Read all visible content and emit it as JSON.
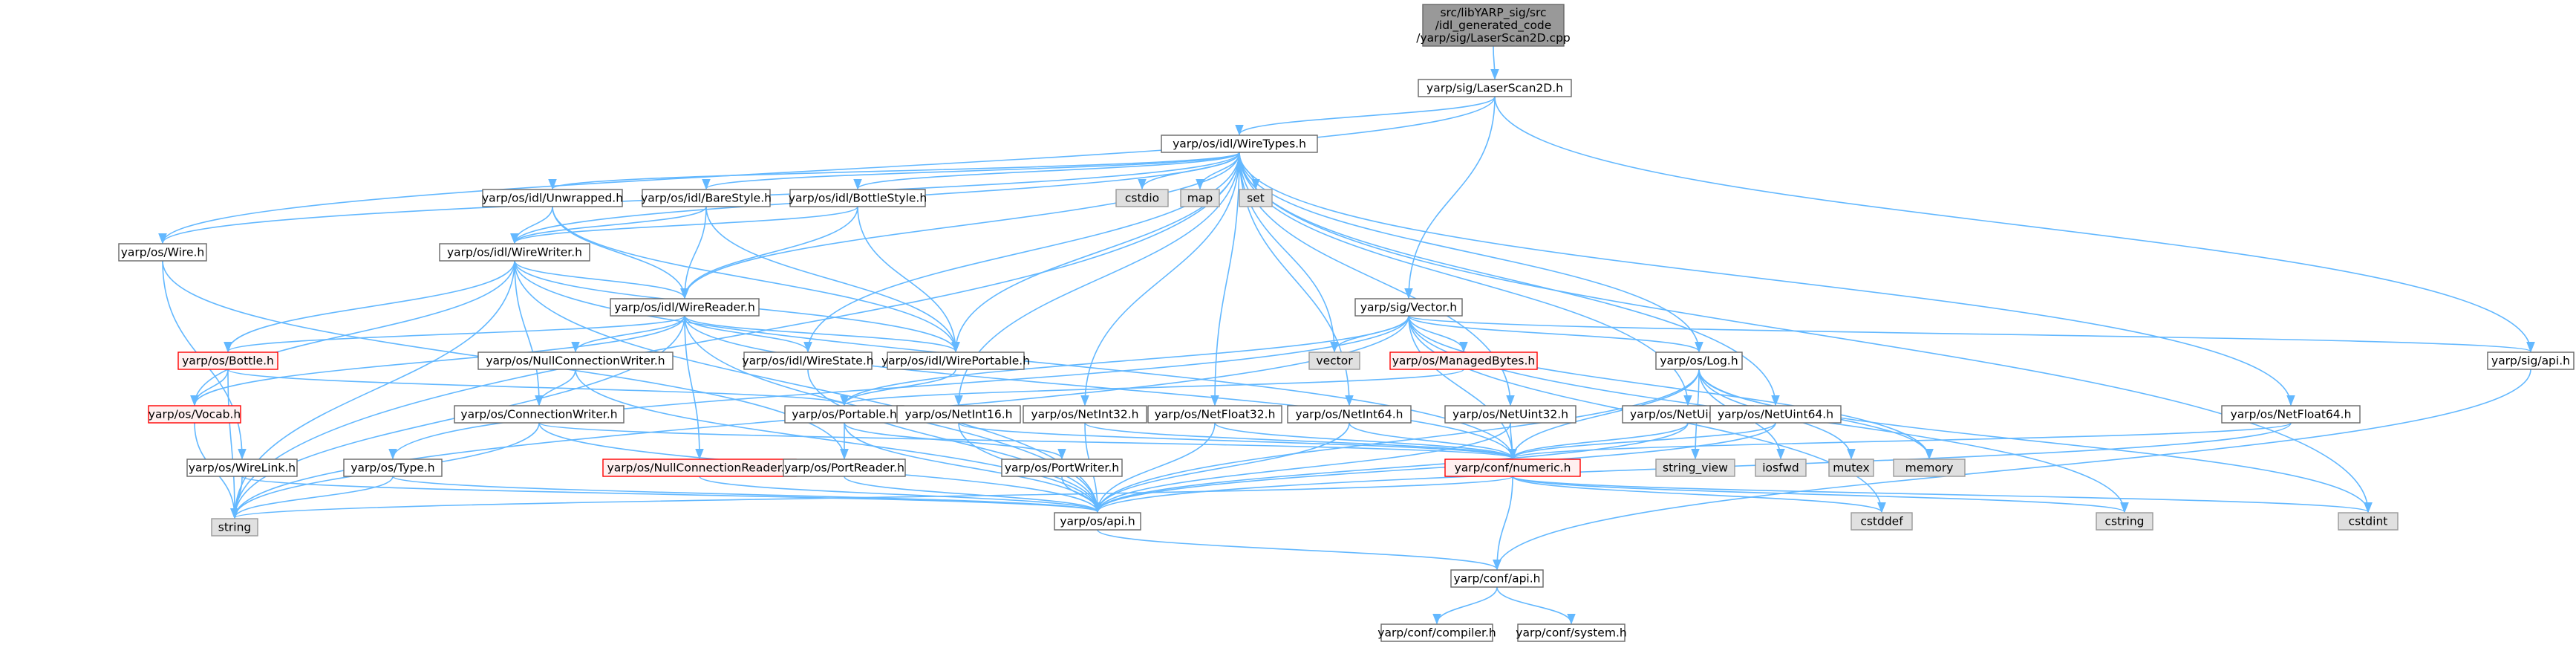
{
  "graph": {
    "nodes": [
      {
        "id": "root",
        "label": "src/libYARP_sig/src\n/idl_generated_code\n/yarp/sig/LaserScan2D.cpp",
        "style": "root"
      },
      {
        "id": "lscan",
        "label": "yarp/sig/LaserScan2D.h",
        "style": "normal"
      },
      {
        "id": "wiretypes",
        "label": "yarp/os/idl/WireTypes.h",
        "style": "normal"
      },
      {
        "id": "string",
        "label": "string",
        "style": "system"
      },
      {
        "id": "wire",
        "label": "yarp/os/Wire.h",
        "style": "normal"
      },
      {
        "id": "unwrapped",
        "label": "yarp/os/idl/Unwrapped.h",
        "style": "normal"
      },
      {
        "id": "barestyle",
        "label": "yarp/os/idl/BareStyle.h",
        "style": "normal"
      },
      {
        "id": "bottlestyle",
        "label": "yarp/os/idl/BottleStyle.h",
        "style": "normal"
      },
      {
        "id": "cstdio",
        "label": "cstdio",
        "style": "system"
      },
      {
        "id": "map",
        "label": "map",
        "style": "system"
      },
      {
        "id": "set",
        "label": "set",
        "style": "system"
      },
      {
        "id": "wirewriter",
        "label": "yarp/os/idl/WireWriter.h",
        "style": "normal"
      },
      {
        "id": "wirereader",
        "label": "yarp/os/idl/WireReader.h",
        "style": "normal"
      },
      {
        "id": "sigvector",
        "label": "yarp/sig/Vector.h",
        "style": "normal"
      },
      {
        "id": "vector",
        "label": "vector",
        "style": "system"
      },
      {
        "id": "managedbytes",
        "label": "yarp/os/ManagedBytes.h",
        "style": "truncated"
      },
      {
        "id": "log",
        "label": "yarp/os/Log.h",
        "style": "normal"
      },
      {
        "id": "sigapi",
        "label": "yarp/sig/api.h",
        "style": "normal"
      },
      {
        "id": "bottle",
        "label": "yarp/os/Bottle.h",
        "style": "truncated"
      },
      {
        "id": "nullconnwriter",
        "label": "yarp/os/NullConnectionWriter.h",
        "style": "normal"
      },
      {
        "id": "wirestate",
        "label": "yarp/os/idl/WireState.h",
        "style": "normal"
      },
      {
        "id": "wireportable",
        "label": "yarp/os/idl/WirePortable.h",
        "style": "normal"
      },
      {
        "id": "vocab",
        "label": "yarp/os/Vocab.h",
        "style": "truncated"
      },
      {
        "id": "connwriter",
        "label": "yarp/os/ConnectionWriter.h",
        "style": "normal"
      },
      {
        "id": "portable",
        "label": "yarp/os/Portable.h",
        "style": "normal"
      },
      {
        "id": "netint16",
        "label": "yarp/os/NetInt16.h",
        "style": "normal"
      },
      {
        "id": "netint32",
        "label": "yarp/os/NetInt32.h",
        "style": "normal"
      },
      {
        "id": "netfloat32",
        "label": "yarp/os/NetFloat32.h",
        "style": "normal"
      },
      {
        "id": "netint64",
        "label": "yarp/os/NetInt64.h",
        "style": "normal"
      },
      {
        "id": "netuint32",
        "label": "yarp/os/NetUint32.h",
        "style": "normal"
      },
      {
        "id": "netuint16",
        "label": "yarp/os/NetUint16.h",
        "style": "normal"
      },
      {
        "id": "netuint64",
        "label": "yarp/os/NetUint64.h",
        "style": "normal"
      },
      {
        "id": "string_view",
        "label": "string_view",
        "style": "system"
      },
      {
        "id": "iosfwd",
        "label": "iosfwd",
        "style": "system"
      },
      {
        "id": "mutex",
        "label": "mutex",
        "style": "system"
      },
      {
        "id": "memory",
        "label": "memory",
        "style": "system"
      },
      {
        "id": "netfloat64",
        "label": "yarp/os/NetFloat64.h",
        "style": "normal"
      },
      {
        "id": "type",
        "label": "yarp/os/Type.h",
        "style": "normal"
      },
      {
        "id": "wirelink",
        "label": "yarp/os/WireLink.h",
        "style": "normal"
      },
      {
        "id": "nullconnreader",
        "label": "yarp/os/NullConnectionReader.h",
        "style": "truncated"
      },
      {
        "id": "portreader",
        "label": "yarp/os/PortReader.h",
        "style": "normal"
      },
      {
        "id": "portwriter",
        "label": "yarp/os/PortWriter.h",
        "style": "normal"
      },
      {
        "id": "numeric",
        "label": "yarp/conf/numeric.h",
        "style": "truncated"
      },
      {
        "id": "osapi",
        "label": "yarp/os/api.h",
        "style": "normal"
      },
      {
        "id": "cstddef",
        "label": "cstddef",
        "style": "system"
      },
      {
        "id": "cstring",
        "label": "cstring",
        "style": "system"
      },
      {
        "id": "cstdint",
        "label": "cstdint",
        "style": "system"
      },
      {
        "id": "confapi",
        "label": "yarp/conf/api.h",
        "style": "normal"
      },
      {
        "id": "compiler",
        "label": "yarp/conf/compiler.h",
        "style": "normal"
      },
      {
        "id": "system",
        "label": "yarp/conf/system.h",
        "style": "normal"
      }
    ],
    "edges": [
      [
        "root",
        "lscan"
      ],
      [
        "lscan",
        "wiretypes"
      ],
      [
        "lscan",
        "wire"
      ],
      [
        "lscan",
        "sigvector"
      ],
      [
        "lscan",
        "sigapi"
      ],
      [
        "wiretypes",
        "string"
      ],
      [
        "wiretypes",
        "wire"
      ],
      [
        "wiretypes",
        "unwrapped"
      ],
      [
        "wiretypes",
        "barestyle"
      ],
      [
        "wiretypes",
        "bottlestyle"
      ],
      [
        "wiretypes",
        "cstdio"
      ],
      [
        "wiretypes",
        "map"
      ],
      [
        "wiretypes",
        "set"
      ],
      [
        "wiretypes",
        "wirewriter"
      ],
      [
        "wiretypes",
        "wirereader"
      ],
      [
        "wiretypes",
        "wirestate"
      ],
      [
        "wiretypes",
        "wireportable"
      ],
      [
        "wiretypes",
        "vector"
      ],
      [
        "wiretypes",
        "log"
      ],
      [
        "wiretypes",
        "cstdint"
      ],
      [
        "wiretypes",
        "netint16"
      ],
      [
        "wiretypes",
        "netint32"
      ],
      [
        "wiretypes",
        "netfloat32"
      ],
      [
        "wiretypes",
        "netint64"
      ],
      [
        "wiretypes",
        "netuint32"
      ],
      [
        "wiretypes",
        "netuint16"
      ],
      [
        "wiretypes",
        "netuint64"
      ],
      [
        "wiretypes",
        "netfloat64"
      ],
      [
        "unwrapped",
        "wirewriter"
      ],
      [
        "unwrapped",
        "wirereader"
      ],
      [
        "unwrapped",
        "wireportable"
      ],
      [
        "barestyle",
        "wirewriter"
      ],
      [
        "barestyle",
        "wirereader"
      ],
      [
        "barestyle",
        "wireportable"
      ],
      [
        "bottlestyle",
        "wirewriter"
      ],
      [
        "bottlestyle",
        "wirereader"
      ],
      [
        "bottlestyle",
        "wireportable"
      ],
      [
        "wire",
        "wirelink"
      ],
      [
        "wire",
        "portreader"
      ],
      [
        "wirewriter",
        "wirereader"
      ],
      [
        "wirewriter",
        "bottle"
      ],
      [
        "wirewriter",
        "vocab"
      ],
      [
        "wirewriter",
        "connwriter"
      ],
      [
        "wirewriter",
        "string"
      ],
      [
        "wirewriter",
        "osapi"
      ],
      [
        "wirewriter",
        "numeric"
      ],
      [
        "wirewriter",
        "wireportable"
      ],
      [
        "wirereader",
        "bottle"
      ],
      [
        "wirereader",
        "vocab"
      ],
      [
        "wirereader",
        "nullconnwriter"
      ],
      [
        "wirereader",
        "nullconnreader"
      ],
      [
        "wirereader",
        "wirestate"
      ],
      [
        "wirereader",
        "wireportable"
      ],
      [
        "wirereader",
        "string"
      ],
      [
        "wirereader",
        "numeric"
      ],
      [
        "wirereader",
        "osapi"
      ],
      [
        "bottle",
        "vocab"
      ],
      [
        "bottle",
        "portable"
      ],
      [
        "bottle",
        "string"
      ],
      [
        "vocab",
        "string"
      ],
      [
        "nullconnwriter",
        "connwriter"
      ],
      [
        "nullconnwriter",
        "osapi"
      ],
      [
        "connwriter",
        "numeric"
      ],
      [
        "connwriter",
        "osapi"
      ],
      [
        "connwriter",
        "string"
      ],
      [
        "wireportable",
        "portable"
      ],
      [
        "wirestate",
        "osapi"
      ],
      [
        "portable",
        "portreader"
      ],
      [
        "portable",
        "portwriter"
      ],
      [
        "portable",
        "osapi"
      ],
      [
        "portreader",
        "osapi"
      ],
      [
        "portwriter",
        "osapi"
      ],
      [
        "type",
        "string"
      ],
      [
        "type",
        "osapi"
      ],
      [
        "wirelink",
        "string"
      ],
      [
        "wirelink",
        "osapi"
      ],
      [
        "nullconnreader",
        "osapi"
      ],
      [
        "netint16",
        "numeric"
      ],
      [
        "netint16",
        "osapi"
      ],
      [
        "netint32",
        "numeric"
      ],
      [
        "netint32",
        "osapi"
      ],
      [
        "netfloat32",
        "numeric"
      ],
      [
        "netfloat32",
        "osapi"
      ],
      [
        "netint64",
        "numeric"
      ],
      [
        "netint64",
        "osapi"
      ],
      [
        "netuint32",
        "numeric"
      ],
      [
        "netuint32",
        "osapi"
      ],
      [
        "netuint16",
        "numeric"
      ],
      [
        "netuint16",
        "osapi"
      ],
      [
        "netuint64",
        "numeric"
      ],
      [
        "netuint64",
        "osapi"
      ],
      [
        "netfloat64",
        "numeric"
      ],
      [
        "netfloat64",
        "osapi"
      ],
      [
        "sigvector",
        "vector"
      ],
      [
        "sigvector",
        "managedbytes"
      ],
      [
        "sigvector",
        "log"
      ],
      [
        "sigvector",
        "sigapi"
      ],
      [
        "sigvector",
        "string"
      ],
      [
        "sigvector",
        "type"
      ],
      [
        "sigvector",
        "portable"
      ],
      [
        "sigvector",
        "memory"
      ],
      [
        "sigvector",
        "cstring"
      ],
      [
        "sigvector",
        "cstddef"
      ],
      [
        "sigvector",
        "numeric"
      ],
      [
        "managedbytes",
        "portable"
      ],
      [
        "log",
        "string_view"
      ],
      [
        "log",
        "iosfwd"
      ],
      [
        "log",
        "mutex"
      ],
      [
        "log",
        "memory"
      ],
      [
        "log",
        "cstdint"
      ],
      [
        "log",
        "osapi"
      ],
      [
        "log",
        "numeric"
      ],
      [
        "sigapi",
        "confapi"
      ],
      [
        "numeric",
        "confapi"
      ],
      [
        "numeric",
        "cstddef"
      ],
      [
        "numeric",
        "cstring"
      ],
      [
        "numeric",
        "cstdint"
      ],
      [
        "numeric",
        "string"
      ],
      [
        "osapi",
        "confapi"
      ],
      [
        "confapi",
        "compiler"
      ],
      [
        "confapi",
        "system"
      ]
    ],
    "colors": {
      "edge": "#63b8ff",
      "normal_fill": "#ffffff",
      "normal_stroke": "#666666",
      "root_fill": "#999999",
      "root_stroke": "#666666",
      "system_fill": "#e0e0e0",
      "system_stroke": "#999999",
      "truncated_fill": "#fff0f0",
      "truncated_stroke": "#ff0000"
    }
  }
}
